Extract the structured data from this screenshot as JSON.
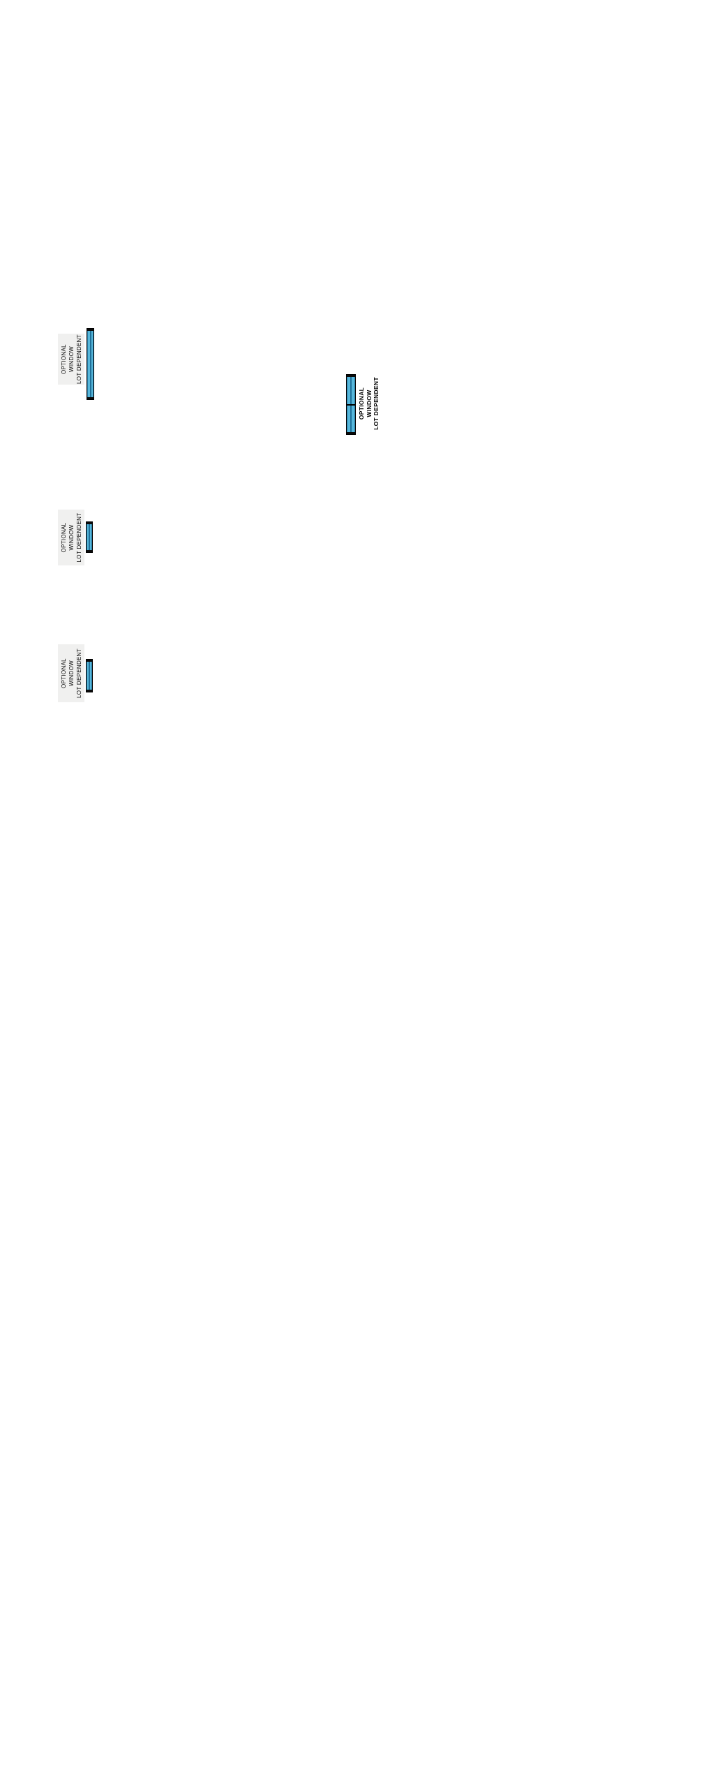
{
  "drawing": {
    "type": "architectural-floor-plan-fragment",
    "callouts": [
      {
        "id": "upper-left",
        "lines": [
          "OPTIONAL",
          "WINDOW",
          "LOT DEPENDENT"
        ]
      },
      {
        "id": "right",
        "lines": [
          "OPTIONAL",
          "WINDOW",
          "LOT DEPENDENT"
        ]
      },
      {
        "id": "middle-left",
        "lines": [
          "OPTIONAL",
          "WINDOW",
          "LOT DEPENDENT"
        ]
      },
      {
        "id": "lower-left",
        "lines": [
          "OPTIONAL",
          "WINDOW",
          "LOT DEPENDENT"
        ]
      }
    ],
    "symbols": {
      "window": "plan-window-symbol"
    },
    "colors": {
      "background": "#ffffff",
      "window_fill": "#56b7db",
      "window_frame": "#000000",
      "window_mullion": "#1f7099",
      "label_background": "#f0f0ef",
      "text": "#000000"
    }
  }
}
